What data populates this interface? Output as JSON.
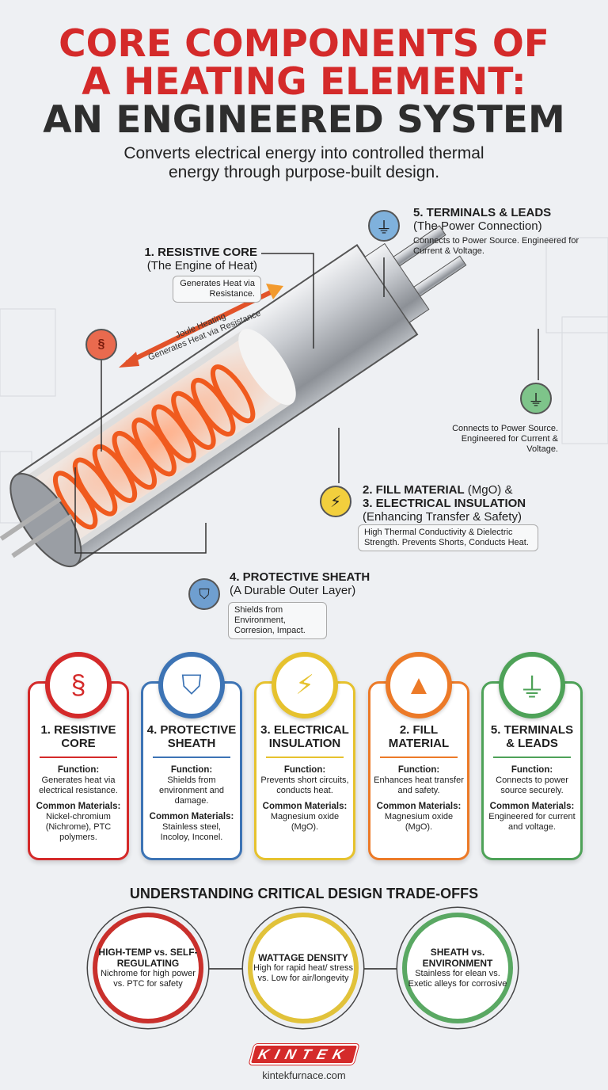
{
  "header": {
    "title_line1": "CORE COMPONENTS OF",
    "title_line2": "A HEATING ELEMENT:",
    "title_line3": "AN ENGINEERED SYSTEM",
    "subtitle_line1": "Converts electrical energy into controlled thermal",
    "subtitle_line2": "energy through purpose-built design."
  },
  "colors": {
    "red": "#d42a2a",
    "blue": "#3d74b5",
    "yellow": "#e6c22e",
    "orange": "#ec7a28",
    "green": "#4ea258",
    "dark": "#2a2a2a"
  },
  "diagram": {
    "arrow_text_line1": "Joule Heating",
    "arrow_text_line2": "Generates Heat via Resistance",
    "callouts": [
      {
        "title": "1. RESISTIVE CORE",
        "subtitle": "(The Engine of Heat)",
        "desc": "Generates Heat via Resistance.",
        "icon": "coil-icon"
      },
      {
        "title": "5. TERMINALS & LEADS",
        "subtitle": "(The Power Connection)",
        "desc": "Connects to Power Source. Engineered for Current & Voltage.",
        "icon": "plug-icon"
      },
      {
        "desc": "Connects to Power Source. Engineered for Current & Voltage.",
        "icon": "plug-icon"
      },
      {
        "title_a": "2. FILL MATERIAL",
        "title_a_suffix": " (MgO) &",
        "title_b": "3. ELECTRICAL INSULATION",
        "subtitle": "(Enhancing Transfer & Safety)",
        "desc": "High Thermal Conductivity & Dielectric Strength. Prevents Shorts, Conducts Heat.",
        "icon": "lightning-icon"
      },
      {
        "title": "4. PROTECTIVE SHEATH",
        "subtitle": "(A Durable Outer Layer)",
        "desc": "Shields from Environment, Corresion, Impact.",
        "icon": "shield-icon"
      }
    ]
  },
  "cards": [
    {
      "title": "1. RESISTIVE CORE",
      "function_label": "Function:",
      "function": "Generates heat via electrical resistance.",
      "materials_label": "Common Materials:",
      "materials": "Nickel-chromium (Nichrome), PTC polymers.",
      "color": "#d42a2a",
      "icon": "coil-icon"
    },
    {
      "title": "4. PROTECTIVE SHEATH",
      "function_label": "Function:",
      "function": "Shields from environment and damage.",
      "materials_label": "Common Materials:",
      "materials": "Stainless steel, Incoloy, Inconel.",
      "color": "#3d74b5",
      "icon": "shield-icon"
    },
    {
      "title": "3. ELECTRICAL INSULATION",
      "function_label": "Function:",
      "function": "Prevents short circuits, conducts heat.",
      "materials_label": "Common Materials:",
      "materials": "Magnesium oxide (MgO).",
      "color": "#e6c22e",
      "icon": "lightning-icon"
    },
    {
      "title": "2. FILL MATERIAL",
      "function_label": "Function:",
      "function": "Enhances heat transfer and safety.",
      "materials_label": "Common Materials:",
      "materials": "Magnesium oxide (MgO).",
      "color": "#ec7a28",
      "icon": "powder-pile-icon"
    },
    {
      "title": "5. TERMINALS & LEADS",
      "function_label": "Function:",
      "function": "Connects to power source securely.",
      "materials_label": "Common Materials:",
      "materials": "Engineered for current and voltage.",
      "color": "#4ea258",
      "icon": "plug-icon"
    }
  ],
  "tradeoffs": {
    "heading": "UNDERSTANDING CRITICAL DESIGN TRADE-OFFS",
    "items": [
      {
        "title": "HIGH-TEMP vs. SELF-REGULATING",
        "desc": "Nichrome for high power vs. PTC for safety",
        "color": "#c9302c"
      },
      {
        "title": "WATTAGE DENSITY",
        "desc": "High for rapid heat/ stress vs. Low for air/longevity",
        "color": "#e1c23a"
      },
      {
        "title": "SHEATH vs. ENVIRONMENT",
        "desc": "Stainless for elean vs. Exetic alleys for corrosive",
        "color": "#5aa863"
      }
    ]
  },
  "footer": {
    "logo": "KINTEK",
    "url": "kintekfurnace.com"
  }
}
